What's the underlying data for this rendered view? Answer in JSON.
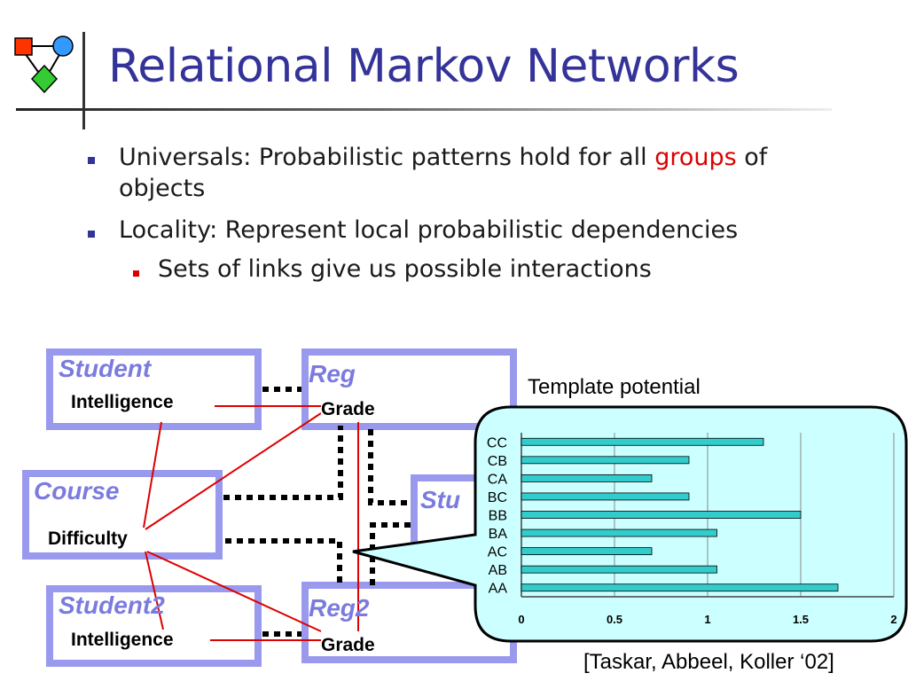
{
  "slide": {
    "title": "Relational Markov Networks",
    "bullets": [
      {
        "before": "Universals: Probabilistic patterns hold for all ",
        "highlight": "groups",
        "after": " of",
        "line2": "objects"
      },
      {
        "text": "Locality: Represent local probabilistic dependencies"
      },
      {
        "text": "Sets of links give us possible interactions"
      }
    ],
    "colors": {
      "title": "#333399",
      "bullet_level1": "#333399",
      "bullet_level2": "#dd0000",
      "highlight": "#dd0000",
      "box_border": "#9999ee",
      "class_label": "#7b7bdf",
      "edge": "#dd0000",
      "callout_fill": "#ccffff",
      "bar_fill": "#33cccc"
    }
  },
  "diagram": {
    "classes": {
      "student": "Student",
      "reg": "Reg",
      "course": "Course",
      "stud_partial": "Stu",
      "student2": "Student2",
      "reg2": "Reg2"
    },
    "attributes": {
      "intelligence": "Intelligence",
      "grade": "Grade",
      "difficulty": "Difficulty",
      "intelligence2": "Intelligence",
      "grade2": "Grade"
    },
    "template_label": "Template potential",
    "citation": "[Taskar, Abbeel, Koller ‘02]"
  },
  "chart_data": {
    "type": "bar",
    "orientation": "horizontal",
    "categories": [
      "CC",
      "CB",
      "CA",
      "BC",
      "BB",
      "BA",
      "AC",
      "AB",
      "AA"
    ],
    "values": [
      1.3,
      0.9,
      0.7,
      0.9,
      1.5,
      1.05,
      0.7,
      1.05,
      1.7
    ],
    "xlim": [
      0,
      2
    ],
    "xticks": [
      "0",
      "0.5",
      "1",
      "1.5",
      "2"
    ],
    "grid": "vertical",
    "bar_color": "#33cccc"
  }
}
